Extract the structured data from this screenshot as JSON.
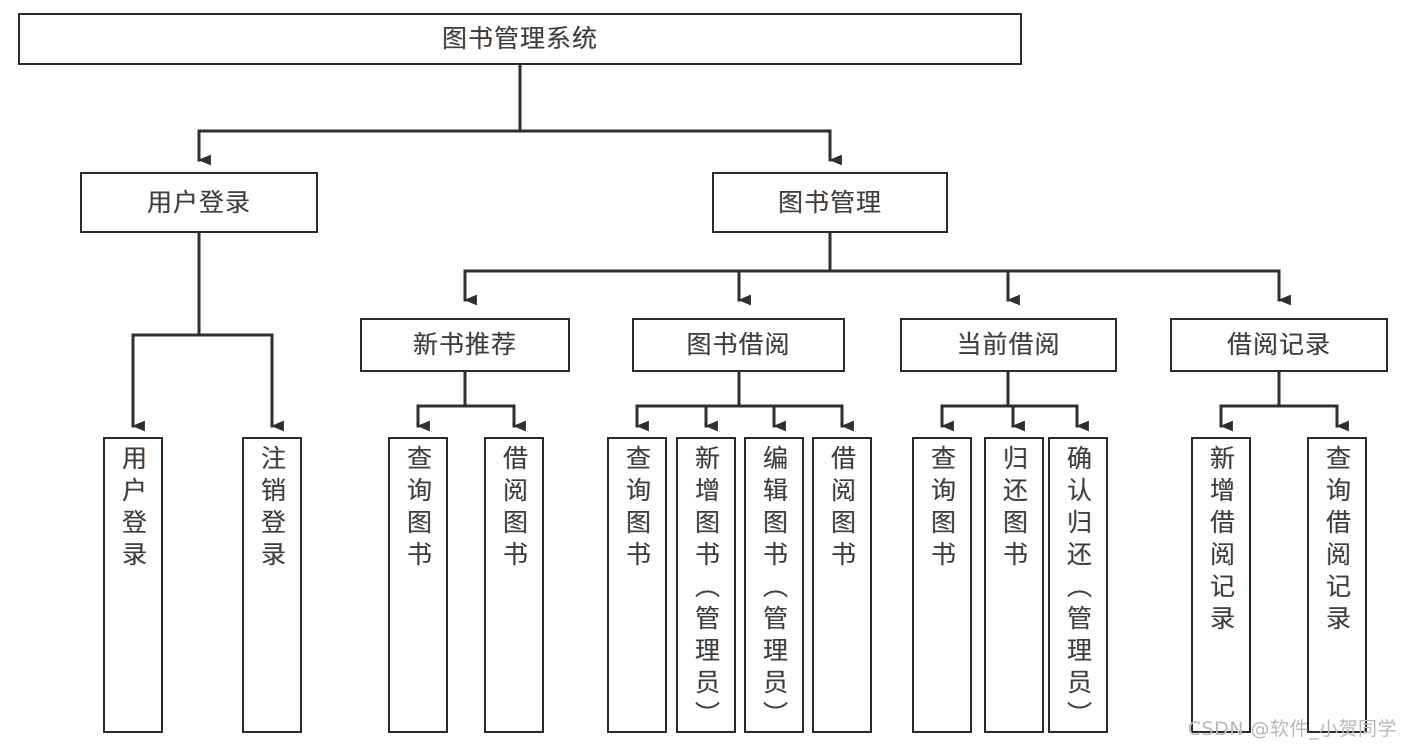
{
  "diagram": {
    "type": "tree",
    "title": "图书管理系统",
    "style": {
      "box_border": "#2b2b2b",
      "box_fill": "#ffffff",
      "connector": "#2f2f2f",
      "text": "#3f3f3f",
      "background": "#ffffff"
    },
    "nodes": {
      "root": {
        "label": "图书管理系统"
      },
      "level2": [
        {
          "id": "user-login",
          "label": "用户登录"
        },
        {
          "id": "book-manage",
          "label": "图书管理"
        }
      ],
      "level3": [
        {
          "id": "new-book-recommend",
          "label": "新书推荐"
        },
        {
          "id": "book-borrow",
          "label": "图书借阅"
        },
        {
          "id": "current-borrow",
          "label": "当前借阅"
        },
        {
          "id": "borrow-record",
          "label": "借阅记录"
        }
      ],
      "leaves": {
        "user-login": [
          {
            "id": "leaf-user-login",
            "label": "用户登录"
          },
          {
            "id": "leaf-logout",
            "label": "注销登录"
          }
        ],
        "new-book-recommend": [
          {
            "id": "leaf-query-book-1",
            "label": "查询图书"
          },
          {
            "id": "leaf-borrow-book-1",
            "label": "借阅图书"
          }
        ],
        "book-borrow": [
          {
            "id": "leaf-query-book-2",
            "label": "查询图书"
          },
          {
            "id": "leaf-add-book",
            "label": "新增图书（管理员）"
          },
          {
            "id": "leaf-edit-book",
            "label": "编辑图书（管理员）"
          },
          {
            "id": "leaf-borrow-book-2",
            "label": "借阅图书"
          }
        ],
        "current-borrow": [
          {
            "id": "leaf-query-book-3",
            "label": "查询图书"
          },
          {
            "id": "leaf-return-book",
            "label": "归还图书"
          },
          {
            "id": "leaf-confirm-return",
            "label": "确认归还（管理员）"
          }
        ],
        "borrow-record": [
          {
            "id": "leaf-add-record",
            "label": "新增借阅记录"
          },
          {
            "id": "leaf-query-record",
            "label": "查询借阅记录"
          }
        ]
      }
    },
    "edges": [
      {
        "from": "root",
        "to": "user-login"
      },
      {
        "from": "root",
        "to": "book-manage"
      },
      {
        "from": "user-login",
        "to": "leaf-user-login"
      },
      {
        "from": "user-login",
        "to": "leaf-logout"
      },
      {
        "from": "book-manage",
        "to": "new-book-recommend"
      },
      {
        "from": "book-manage",
        "to": "book-borrow"
      },
      {
        "from": "book-manage",
        "to": "current-borrow"
      },
      {
        "from": "book-manage",
        "to": "borrow-record"
      },
      {
        "from": "new-book-recommend",
        "to": "leaf-query-book-1"
      },
      {
        "from": "new-book-recommend",
        "to": "leaf-borrow-book-1"
      },
      {
        "from": "book-borrow",
        "to": "leaf-query-book-2"
      },
      {
        "from": "book-borrow",
        "to": "leaf-add-book"
      },
      {
        "from": "book-borrow",
        "to": "leaf-edit-book"
      },
      {
        "from": "book-borrow",
        "to": "leaf-borrow-book-2"
      },
      {
        "from": "current-borrow",
        "to": "leaf-query-book-3"
      },
      {
        "from": "current-borrow",
        "to": "leaf-return-book"
      },
      {
        "from": "current-borrow",
        "to": "leaf-confirm-return"
      },
      {
        "from": "borrow-record",
        "to": "leaf-add-record"
      },
      {
        "from": "borrow-record",
        "to": "leaf-query-record"
      }
    ]
  },
  "watermark": {
    "text": "CSDN @软件_小贺同学"
  }
}
